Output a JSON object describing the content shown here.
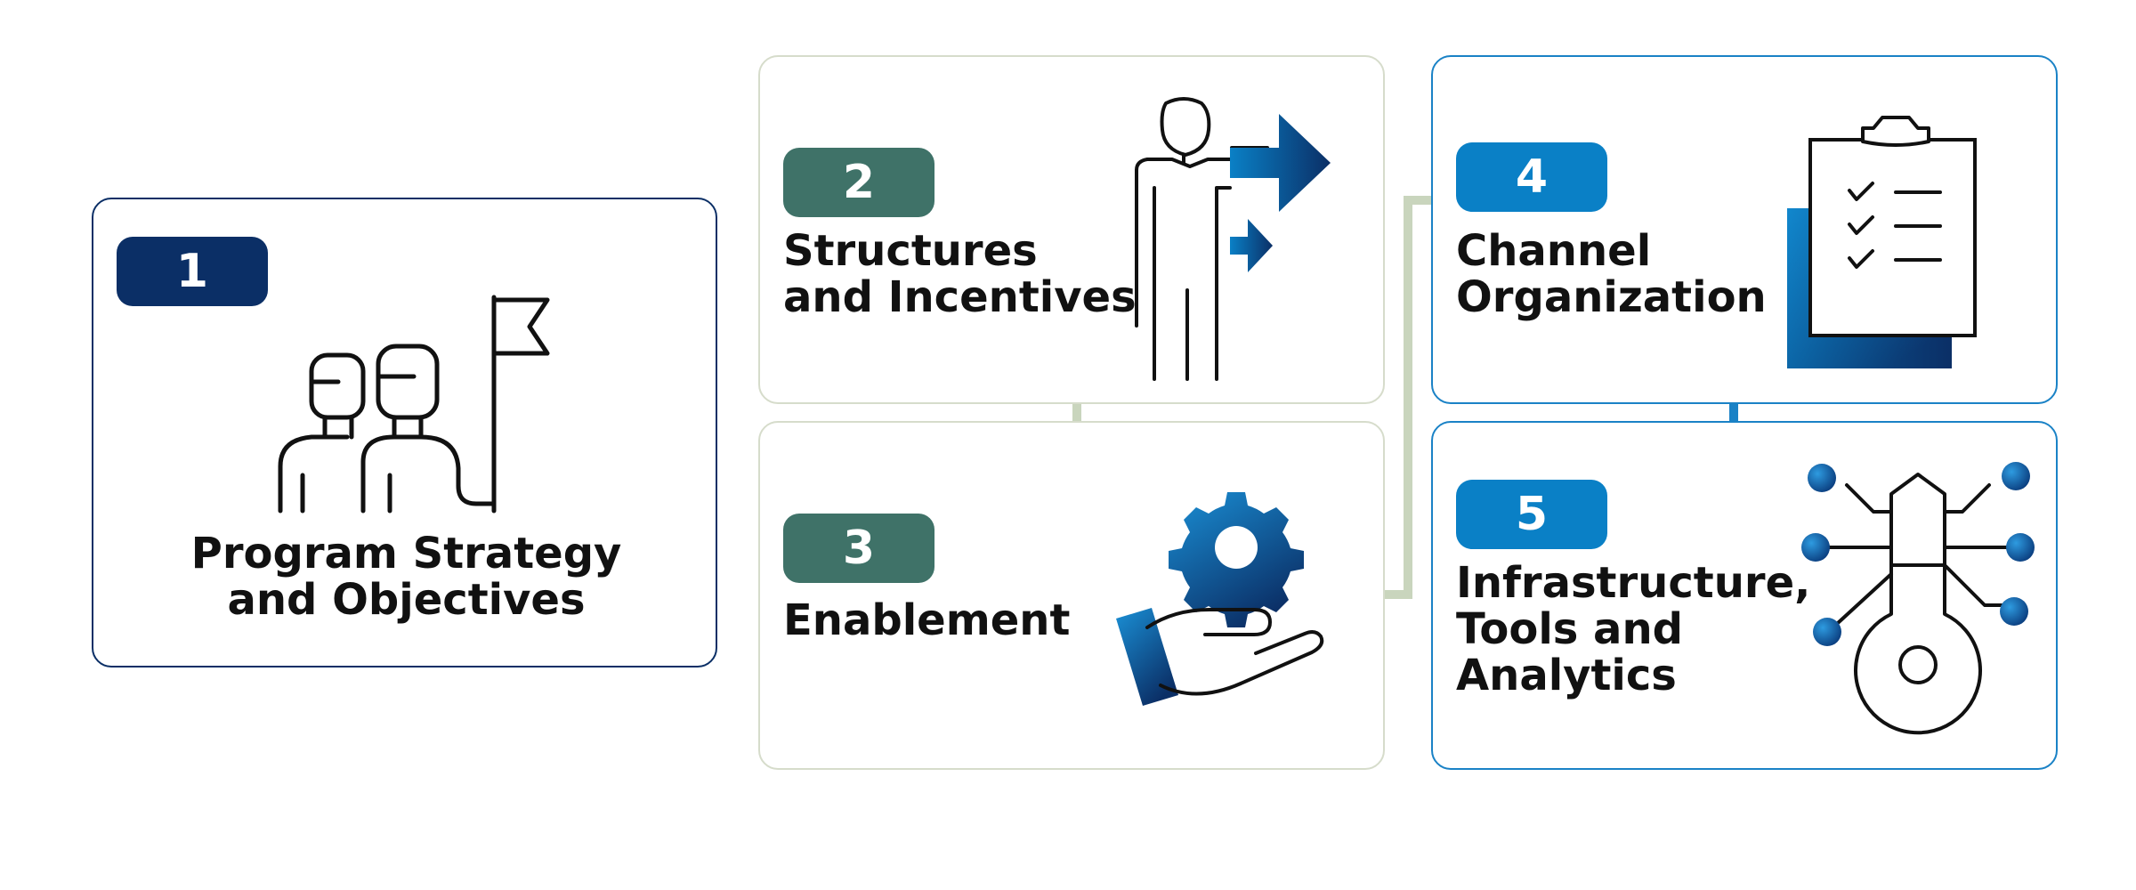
{
  "steps": [
    {
      "number": "1",
      "title": "Program Strategy\nand Objectives"
    },
    {
      "number": "2",
      "title": "Structures\nand Incentives"
    },
    {
      "number": "3",
      "title": "Enablement"
    },
    {
      "number": "4",
      "title": "Channel\nOrganization"
    },
    {
      "number": "5",
      "title": "Infrastructure,\nTools and\nAnalytics"
    }
  ],
  "icons": {
    "step1": "team-with-flag-icon",
    "step2": "person-with-arrows-icon",
    "step3": "hand-holding-gear-icon",
    "step4": "checklist-clipboard-icon",
    "step5": "circuit-key-icon"
  },
  "colors": {
    "navy": "#0b2f66",
    "dark_green": "#3f7268",
    "blue": "#0a80c6",
    "sage_connector": "#c9d5bd",
    "light_border": "#d6dccb"
  }
}
